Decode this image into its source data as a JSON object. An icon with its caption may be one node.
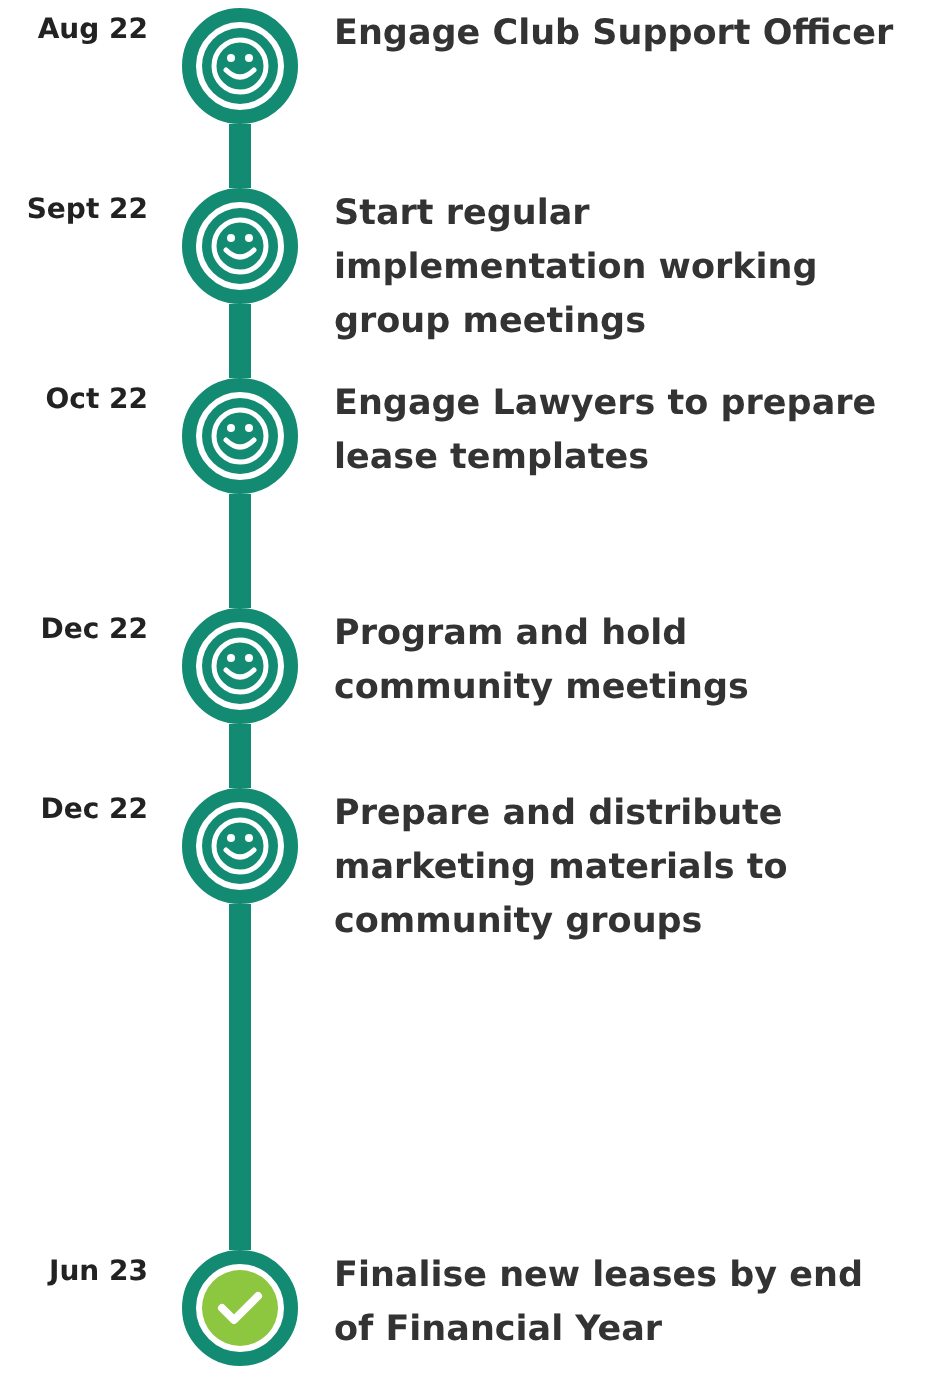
{
  "diagram": {
    "nodes": [
      {
        "text": [],
        "shape": "circle",
        "beside": [
          "Aug 22",
          "Engage Club Support Officer"
        ]
      },
      {
        "text": [],
        "shape": "circle",
        "beside": [
          "Sept 22",
          "Start regular implementation working group meetings"
        ]
      },
      {
        "text": [],
        "shape": "circle",
        "beside": [
          "Oct 22",
          "Engage Lawyers to prepare lease templates"
        ]
      },
      {
        "text": [],
        "shape": "circle",
        "beside": [
          "Dec 22",
          "Program and hold community meetings"
        ]
      },
      {
        "text": [],
        "shape": "circle",
        "beside": [
          "Dec 22",
          "Prepare and distribute marketing materials to community groups"
        ]
      },
      {
        "text": [],
        "shape": "circle",
        "beside": [
          "Jun 23",
          "Finalise new leases by end of Financial Year"
        ]
      }
    ],
    "edges": [
      {
        "from": 0,
        "to": 1,
        "arrow": "none"
      },
      {
        "from": 1,
        "to": 2,
        "arrow": "none"
      },
      {
        "from": 2,
        "to": 3,
        "arrow": "none"
      },
      {
        "from": 3,
        "to": 4,
        "arrow": "none"
      },
      {
        "from": 4,
        "to": 5,
        "arrow": "none"
      }
    ]
  }
}
